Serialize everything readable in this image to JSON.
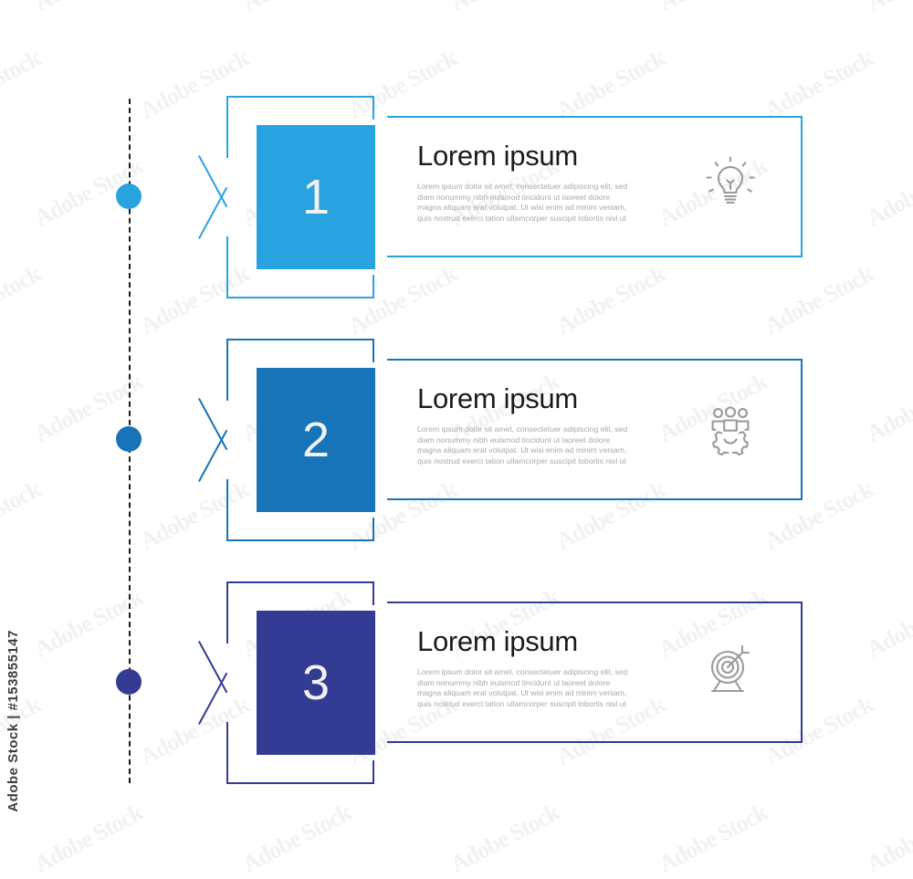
{
  "watermark": {
    "side_label": "Adobe Stock | #153855147",
    "tile_text": "Adobe Stock"
  },
  "theme": {
    "background": "#ffffff",
    "axis_color": "#1a1a1a",
    "title_color": "#1b1b1b",
    "body_color": "#a9a9a9",
    "number_color": "#f2f2f2",
    "icon_color": "#9a9a9a"
  },
  "infographic": {
    "type": "vertical-timeline",
    "step_count": 3,
    "steps": [
      {
        "number": "1",
        "title": "Lorem ipsum",
        "description": "Lorem ipsum dolor sit amet, consectetuer adipiscing elit, sed diam nonummy nibh euismod tincidunt ut laoreet dolore magna aliquam erat volutpat. Ut wisi enim ad minim veniam, quis nostrud exerci tation ullamcorper suscipit lobortis nisl ut",
        "icon": "lightbulb-icon",
        "color": "#29a3e0"
      },
      {
        "number": "2",
        "title": "Lorem ipsum",
        "description": "Lorem ipsum dolor sit amet, consectetuer adipiscing elit, sed diam nonummy nibh euismod tincidunt ut laoreet dolore magna aliquam erat volutpat. Ut wisi enim ad minim veniam, quis nostrud exerci tation ullamcorper suscipit lobortis nisl ut",
        "icon": "team-gear-icon",
        "color": "#1874b8"
      },
      {
        "number": "3",
        "title": "Lorem ipsum",
        "description": "Lorem ipsum dolor sit amet, consectetuer adipiscing elit, sed diam nonummy nibh euismod tincidunt ut laoreet dolore magna aliquam erat volutpat. Ut wisi enim ad minim veniam, quis nostrud exerci tation ullamcorper suscipit lobortis nisl ut",
        "icon": "target-arrow-icon",
        "color": "#333b92"
      }
    ]
  }
}
